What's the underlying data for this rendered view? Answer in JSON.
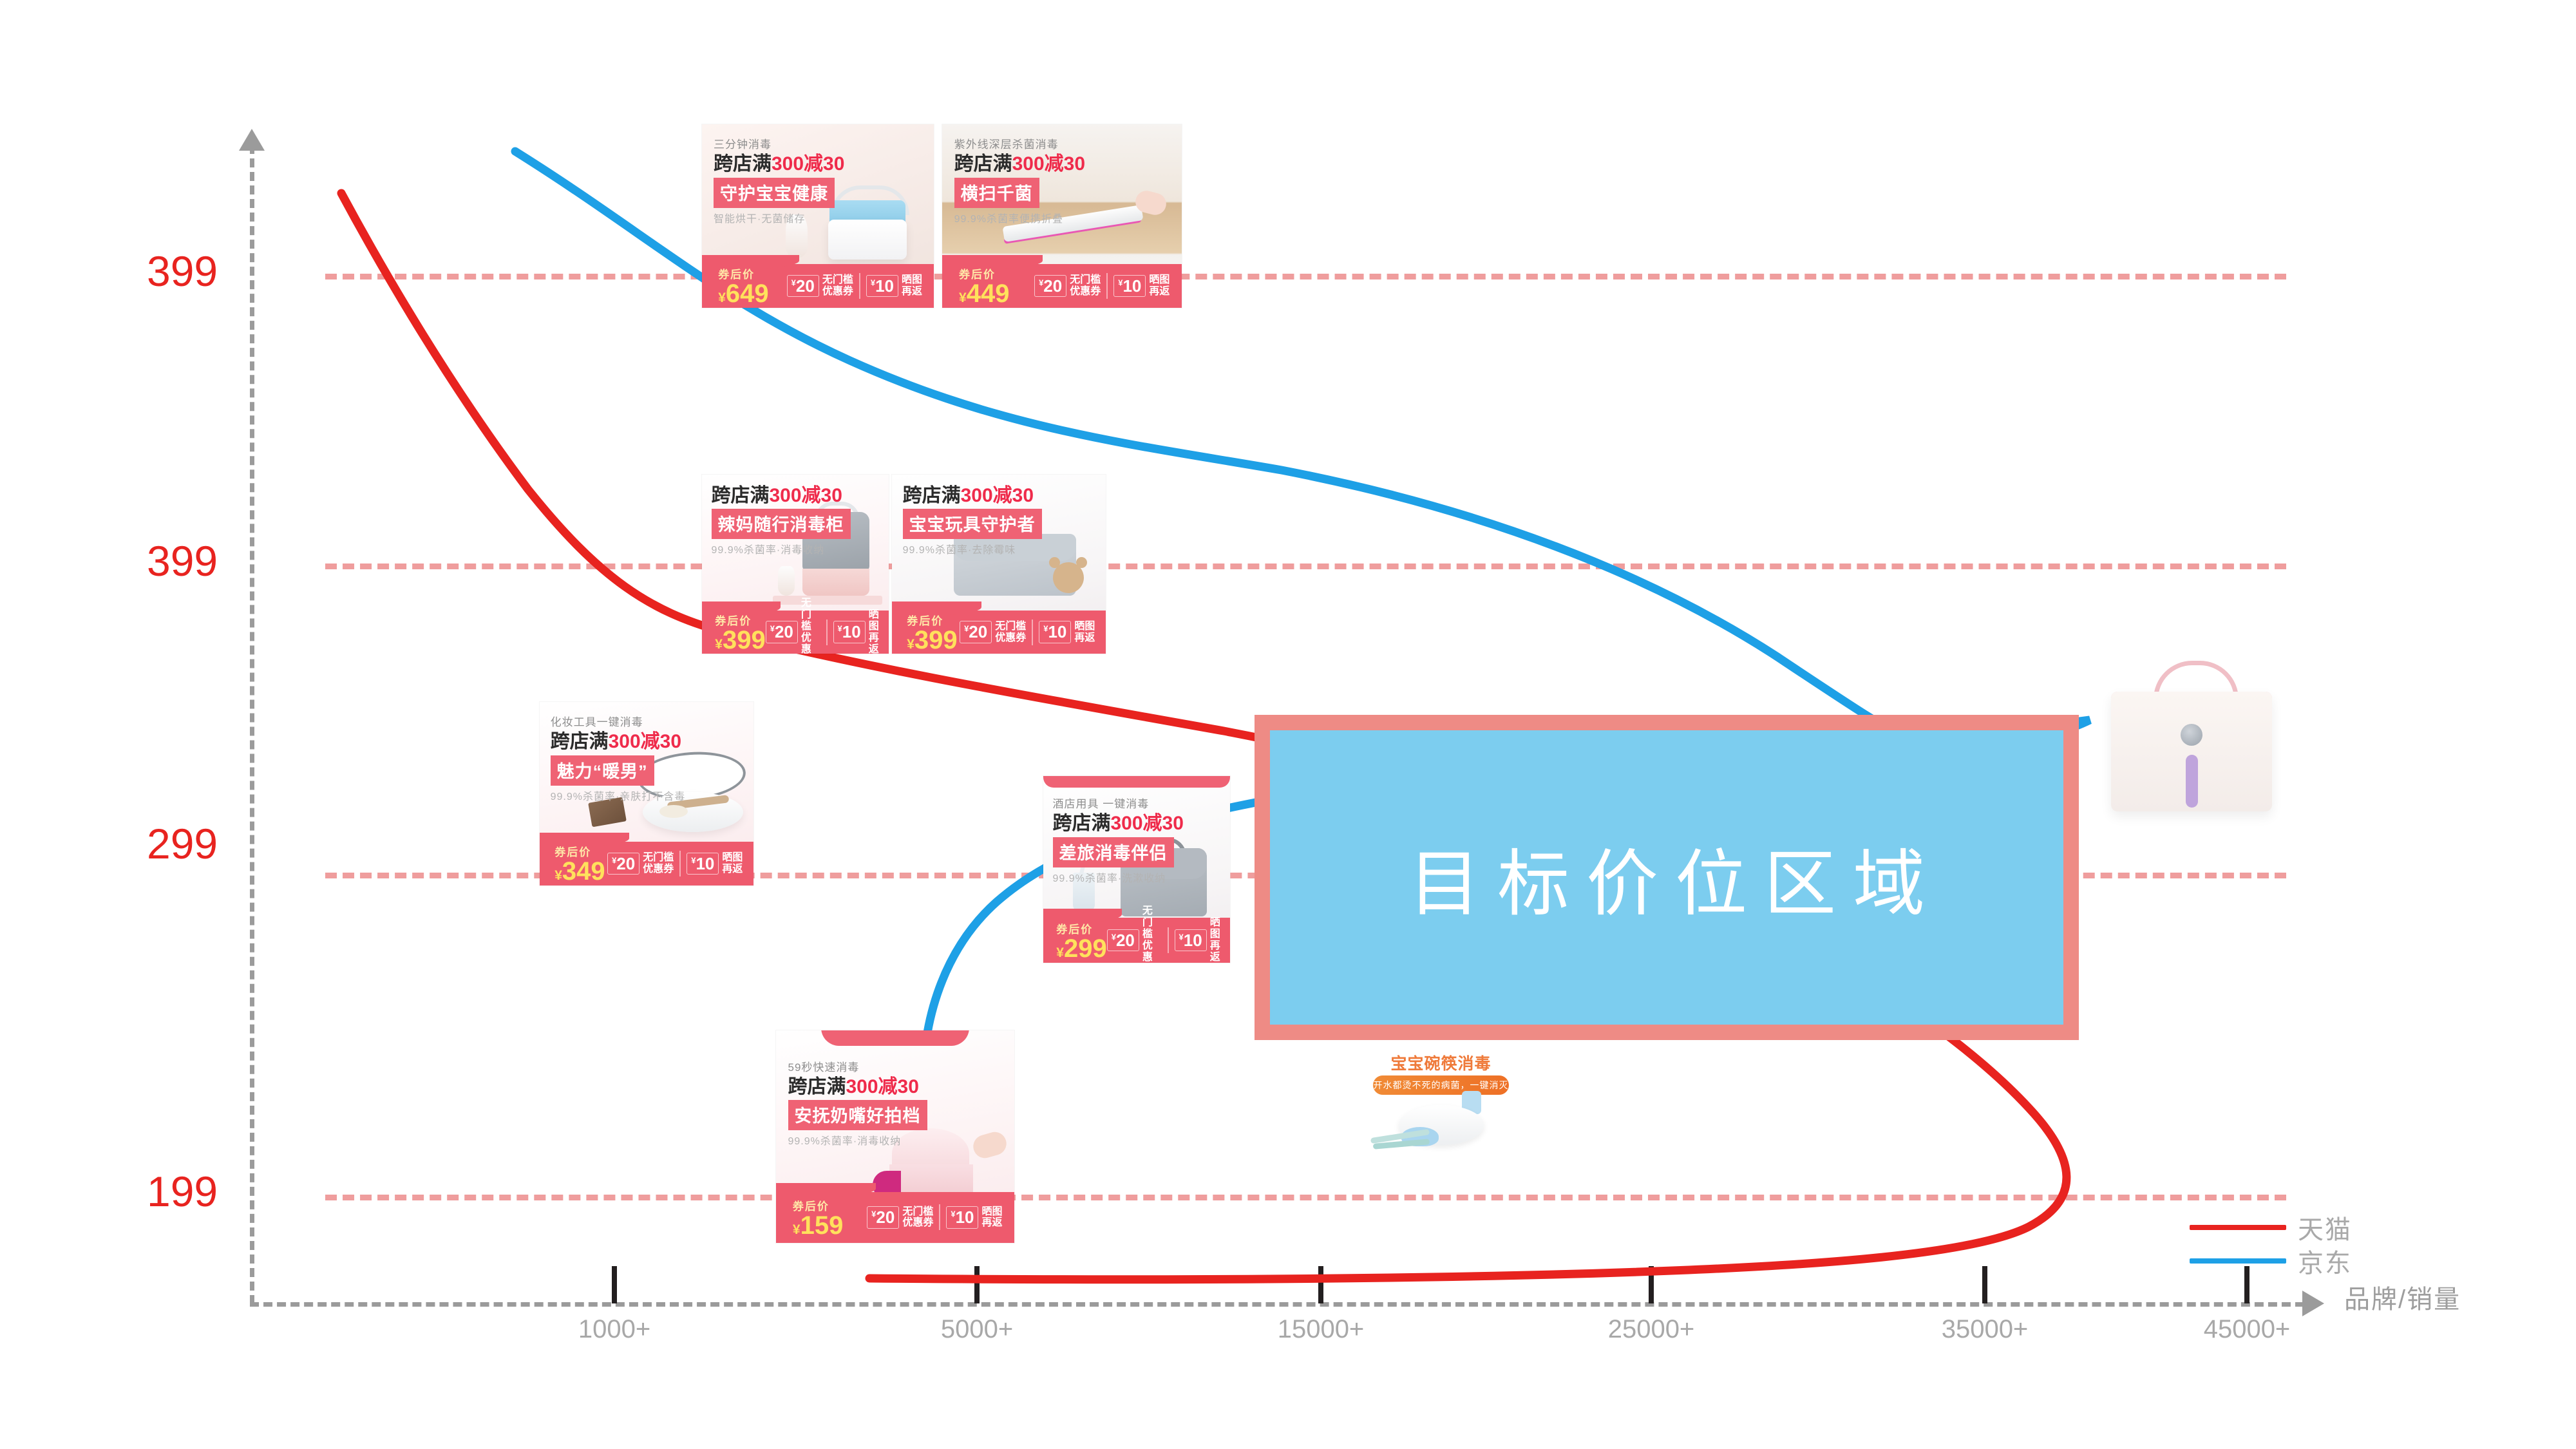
{
  "chart_data": {
    "type": "line",
    "title": "",
    "xlabel": "品牌/销量",
    "ylabel": "",
    "x_tick_labels": [
      "1000+",
      "5000+",
      "15000+",
      "25000+",
      "35000+",
      "45000+"
    ],
    "y_tick_labels": [
      "399",
      "399",
      "299",
      "199"
    ],
    "gridlines": true,
    "legend_position": "bottom-right",
    "series": [
      {
        "name": "天猫",
        "color": "#e8231f",
        "comment": "descends steeply from top-left, flattens across the middle, then curves into an S / loop at the right before running back left along the bottom",
        "points": [
          [
            530,
            300
          ],
          [
            700,
            520
          ],
          [
            900,
            760
          ],
          [
            1080,
            900
          ],
          [
            1400,
            1000
          ],
          [
            1900,
            1130
          ],
          [
            2400,
            1290
          ],
          [
            2750,
            1450
          ],
          [
            3050,
            1620
          ],
          [
            3200,
            1790
          ],
          [
            3050,
            1880
          ],
          [
            2400,
            1940
          ],
          [
            1350,
            1975
          ]
        ]
      },
      {
        "name": "京东",
        "color": "#1ea0e6",
        "comment": "descends from top-left, passes the 399 and 299 gridlines, bottoms out at the right, then returns left through the target zone and down to the bottom-left product",
        "points": [
          [
            800,
            235
          ],
          [
            1100,
            420
          ],
          [
            1500,
            620
          ],
          [
            1900,
            700
          ],
          [
            2300,
            790
          ],
          [
            2700,
            990
          ],
          [
            2975,
            1150
          ],
          [
            3240,
            1120
          ],
          [
            2700,
            1160
          ],
          [
            2100,
            1230
          ],
          [
            1650,
            1290
          ],
          [
            1500,
            1450
          ],
          [
            1450,
            1700
          ],
          [
            1560,
            1810
          ]
        ]
      }
    ],
    "annotation": {
      "label": "目标价位区域",
      "border_color": "#ee8b85",
      "fill_color": "#7ccdef",
      "text_color": "#ffffff"
    }
  },
  "axes": {
    "x_title": "品牌/销量",
    "x_ticks": [
      "1000+",
      "5000+",
      "15000+",
      "25000+",
      "35000+",
      "45000+"
    ],
    "y_ticks": [
      "399",
      "399",
      "299",
      "199"
    ]
  },
  "target_zone": {
    "label": "目标价位区域"
  },
  "legend": {
    "items": [
      {
        "label": "天猫",
        "color": "#e8231f"
      },
      {
        "label": "京东",
        "color": "#1ea0e6"
      }
    ]
  },
  "cards": [
    {
      "id": "card-649",
      "mini": "三分钟消毒",
      "promo_prefix": "跨店满",
      "promo_red": "300减30",
      "tag": "守护宝宝健康",
      "sub": "智能烘干·无菌储存",
      "price_label": "券后价",
      "yen": "¥",
      "price": "649",
      "coupon1_amount": "20",
      "coupon1_text_line1": "无门槛",
      "coupon1_text_line2": "优惠券",
      "coupon2_amount": "10",
      "coupon2_text_line1": "晒图",
      "coupon2_text_line2": "再返"
    },
    {
      "id": "card-449",
      "mini": "紫外线深层杀菌消毒",
      "promo_prefix": "跨店满",
      "promo_red": "300减30",
      "tag": "横扫千菌",
      "sub": "99.9%杀菌率便携折叠",
      "price_label": "券后价",
      "yen": "¥",
      "price": "449",
      "coupon1_amount": "20",
      "coupon1_text_line1": "无门槛",
      "coupon1_text_line2": "优惠券",
      "coupon2_amount": "10",
      "coupon2_text_line1": "晒图",
      "coupon2_text_line2": "再返"
    },
    {
      "id": "card-399-a",
      "mini": "",
      "promo_prefix": "跨店满",
      "promo_red": "300减30",
      "tag": "辣妈随行消毒柜",
      "sub": "99.9%杀菌率·消毒收纳",
      "price_label": "券后价",
      "yen": "¥",
      "price": "399",
      "coupon1_amount": "20",
      "coupon1_text_line1": "无门槛",
      "coupon1_text_line2": "优惠券",
      "coupon2_amount": "10",
      "coupon2_text_line1": "晒图",
      "coupon2_text_line2": "再返"
    },
    {
      "id": "card-399-b",
      "mini": "",
      "promo_prefix": "跨店满",
      "promo_red": "300减30",
      "tag": "宝宝玩具守护者",
      "sub": "99.9%杀菌率·去除霉味",
      "price_label": "券后价",
      "yen": "¥",
      "price": "399",
      "coupon1_amount": "20",
      "coupon1_text_line1": "无门槛",
      "coupon1_text_line2": "优惠券",
      "coupon2_amount": "10",
      "coupon2_text_line1": "晒图",
      "coupon2_text_line2": "再返"
    },
    {
      "id": "card-349",
      "mini": "化妆工具一键消毒",
      "promo_prefix": "跨店满",
      "promo_red": "300减30",
      "tag": "魅力“暖男”",
      "sub": "99.9%杀菌率·亲肤打不含毒",
      "price_label": "券后价",
      "yen": "¥",
      "price": "349",
      "coupon1_amount": "20",
      "coupon1_text_line1": "无门槛",
      "coupon1_text_line2": "优惠券",
      "coupon2_amount": "10",
      "coupon2_text_line1": "晒图",
      "coupon2_text_line2": "再返"
    },
    {
      "id": "card-299",
      "mini": "酒店用具 一键消毒",
      "promo_prefix": "跨店满",
      "promo_red": "300减30",
      "tag": "差旅消毒伴侣",
      "sub": "99.9%杀菌率·洗漱收纳",
      "price_label": "券后价",
      "yen": "¥",
      "price": "299",
      "coupon1_amount": "20",
      "coupon1_text_line1": "无门槛",
      "coupon1_text_line2": "优惠券",
      "coupon2_amount": "10",
      "coupon2_text_line1": "晒图",
      "coupon2_text_line2": "再返"
    },
    {
      "id": "card-159",
      "mini": "59秒快速消毒",
      "promo_prefix": "跨店满",
      "promo_red": "300减30",
      "tag": "安抚奶嘴好拍档",
      "sub": "99.9%杀菌率·消毒收纳",
      "price_label": "券后价",
      "yen": "¥",
      "price": "159",
      "coupon1_amount": "20",
      "coupon1_text_line1": "无门槛",
      "coupon1_text_line2": "优惠券",
      "coupon2_amount": "10",
      "coupon2_text_line1": "晒图",
      "coupon2_text_line2": "再返"
    }
  ],
  "bowl_card": {
    "title": "宝宝碗筷消毒",
    "pill": "开水都烫不死的病菌，一键消灭"
  }
}
